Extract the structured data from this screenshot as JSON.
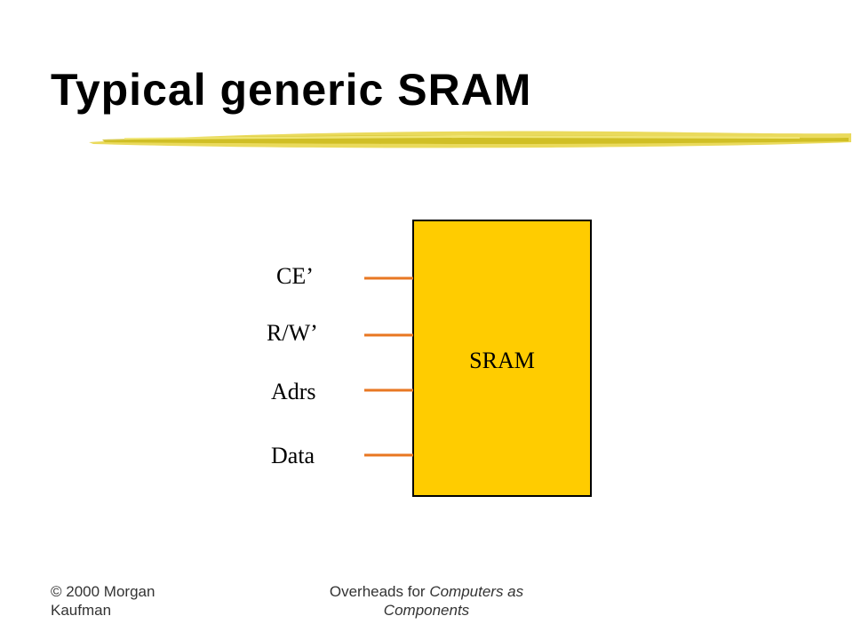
{
  "slide": {
    "title": "Typical generic SRAM"
  },
  "diagram": {
    "block_label": "SRAM",
    "block_fill": "#ffcc00",
    "wire_color": "#e87722",
    "signals": [
      {
        "label": "CE’"
      },
      {
        "label": "R/W’"
      },
      {
        "label": "Adrs"
      },
      {
        "label": "Data"
      }
    ]
  },
  "footer": {
    "left": "© 2000 Morgan Kaufman",
    "center_prefix": "Overheads for ",
    "center_italic": "Computers as Components"
  }
}
